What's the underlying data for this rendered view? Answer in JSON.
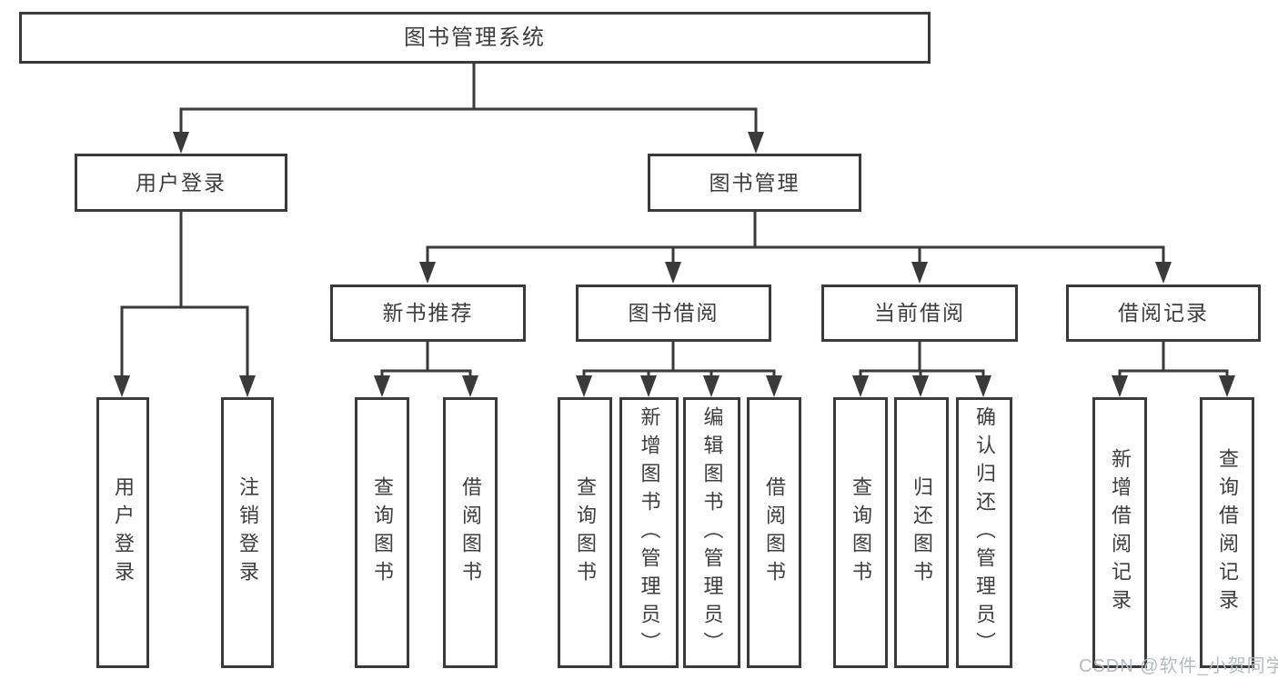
{
  "diagram_title": "图书管理系统",
  "nodes": {
    "root": "图书管理系统",
    "user_login": "用户登录",
    "book_mgmt": "图书管理",
    "new_book_rec": "新书推荐",
    "book_borrow": "图书借阅",
    "current_borrow": "当前借阅",
    "borrow_record": "借阅记录",
    "ul_user_login": "用户登录",
    "ul_logout": "注销登录",
    "nbr_query_book": "查询图书",
    "nbr_borrow_book": "借阅图书",
    "bb_query_book": "查询图书",
    "bb_add_book": "新增图书（管理员）",
    "bb_edit_book": "编辑图书（管理员）",
    "bb_borrow_book": "借阅图书",
    "cb_query_book": "查询图书",
    "cb_return_book": "归还图书",
    "cb_confirm_return": "确认归还（管理员）",
    "br_add_record": "新增借阅记录",
    "br_query_record": "查询借阅记录"
  },
  "watermark": "CSDN @软件_小贺同学",
  "colors": {
    "line": "#3a3a3a",
    "text": "#3d3d3d",
    "watermark": "#b6babd",
    "background": "#ffffff"
  }
}
